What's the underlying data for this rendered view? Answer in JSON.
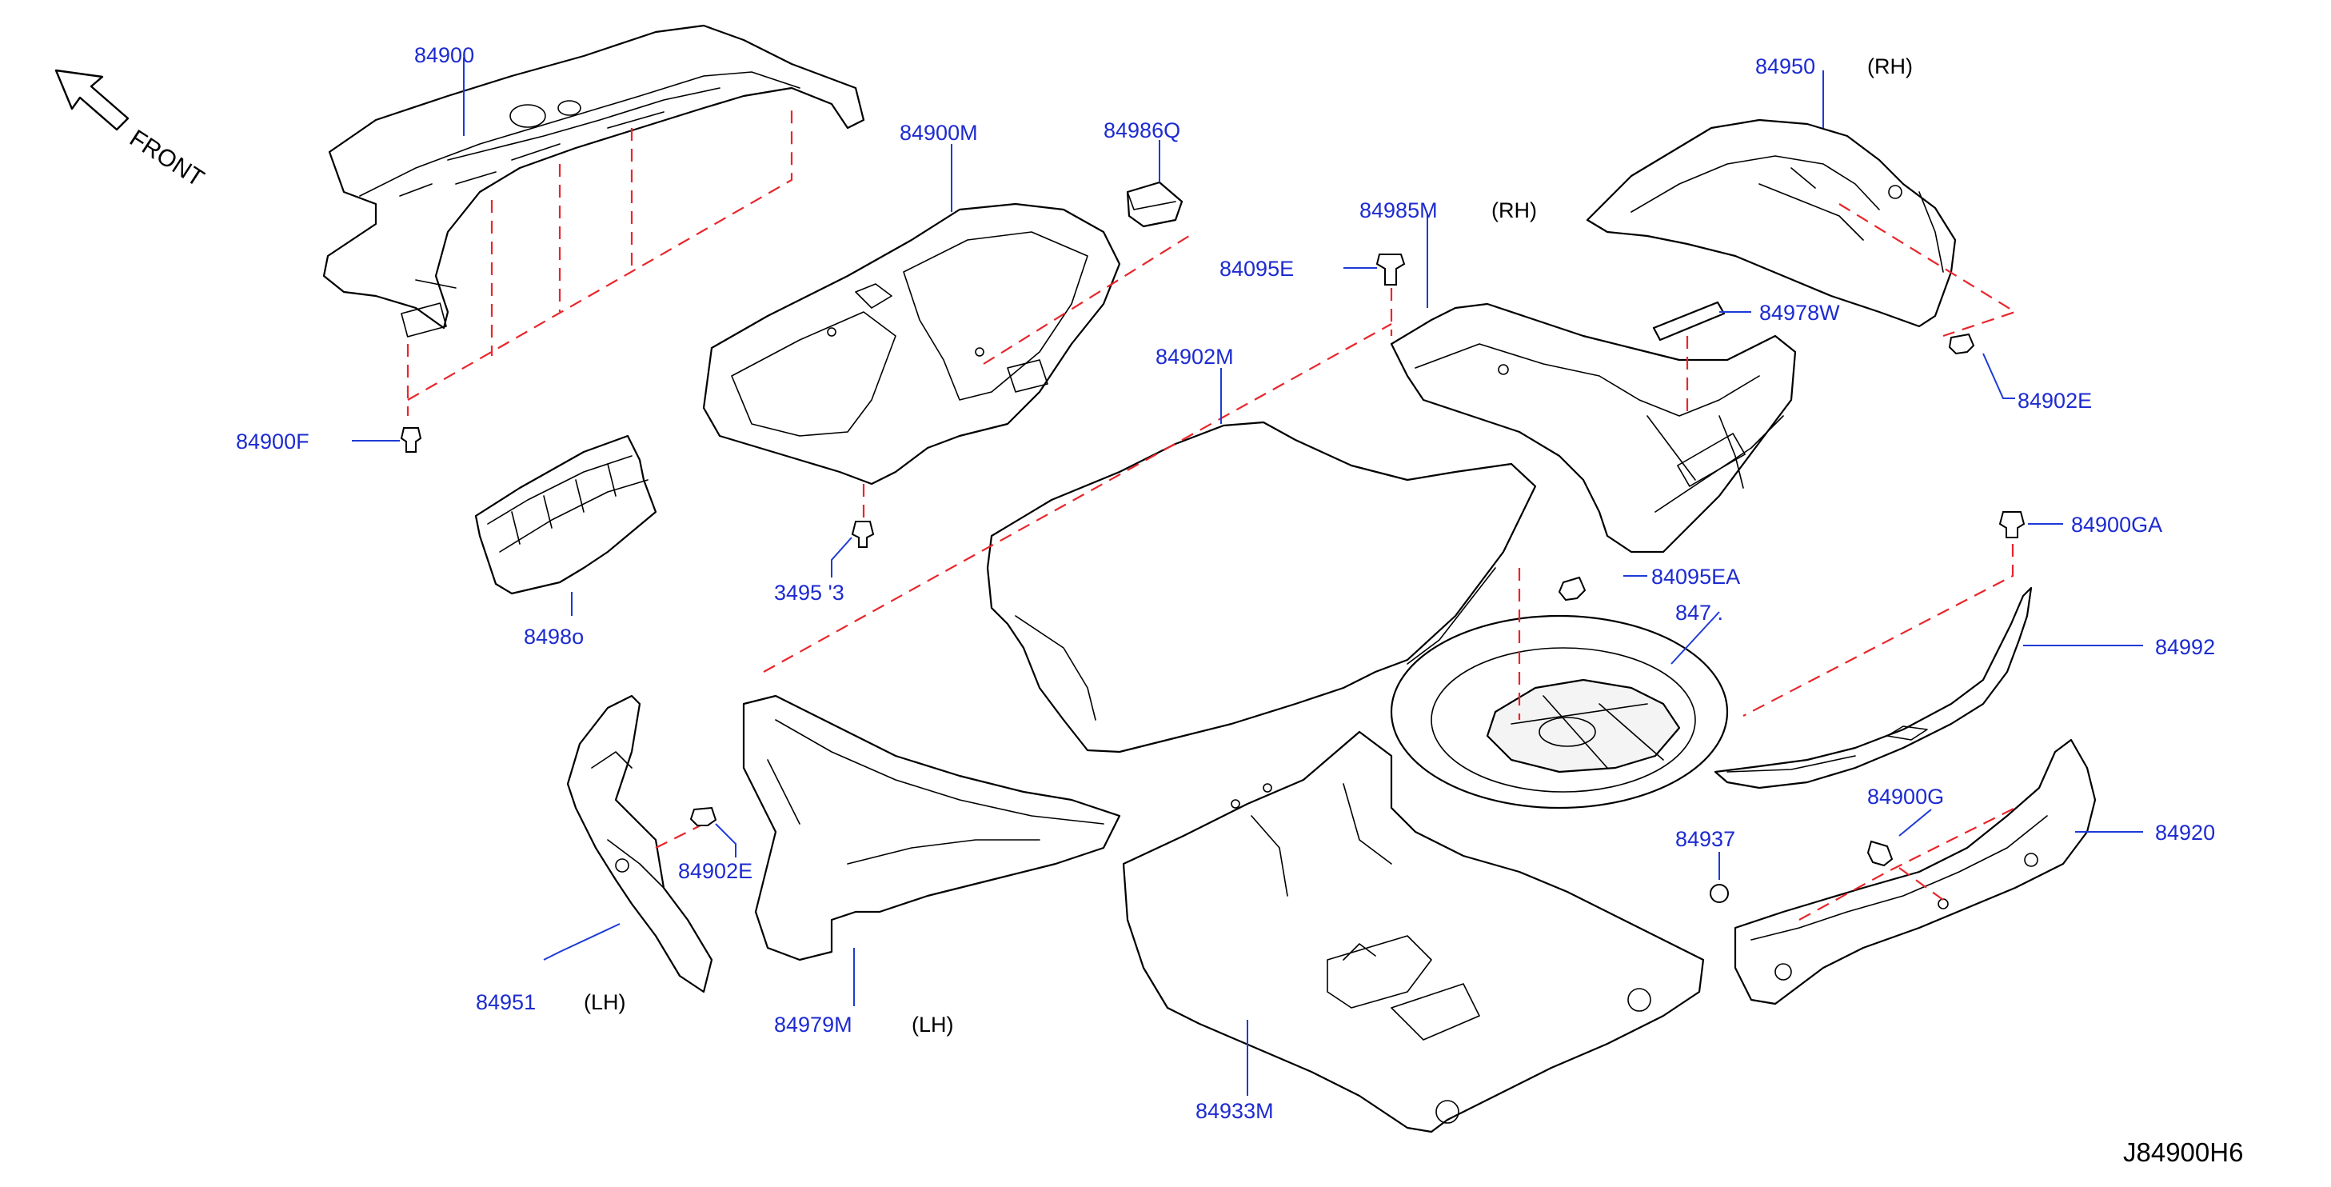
{
  "diagram_code": "J84900H6",
  "front_label": "FRONT",
  "labels": {
    "p84900": "84900",
    "p84900M": "84900M",
    "p84986Q": "84986Q",
    "p84985M": "84985M",
    "p84985M_side": "(RH)",
    "p84950": "84950",
    "p84950_side": "(RH)",
    "p84095E": "84095E",
    "p84978W": "84978W",
    "p84902E_rh": "84902E",
    "p84902M": "84902M",
    "p84900F": "84900F",
    "p84900GA": "84900GA",
    "p349": "3495 '3",
    "p8498x": "8498o",
    "p84095EA": "84095EA",
    "p847x": "847 .",
    "p84992": "84992",
    "p84951": "84951",
    "p84951_side": "(LH)",
    "p84902E_lh": "84902E",
    "p84979M": "84979M",
    "p84979M_side": "(LH)",
    "p84937": "84937",
    "p84900G": "84900G",
    "p84920": "84920",
    "p84933M": "84933M"
  }
}
